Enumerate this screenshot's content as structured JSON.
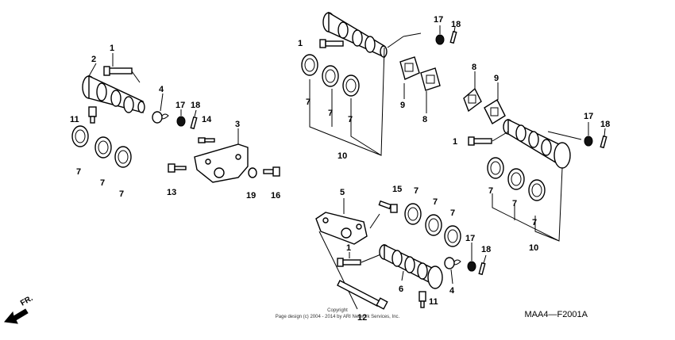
{
  "diagram": {
    "code": "MAA4—F2001A",
    "fr_label": "FR.",
    "copyright_line1": "Copyright",
    "copyright_line2": "Page design (c) 2004 - 2014 by ARI Network Services, Inc.",
    "callouts": {
      "c1a": "1",
      "c2": "2",
      "c4a": "4",
      "c17a": "17",
      "c18a": "18",
      "c11a": "11",
      "c14": "14",
      "c3": "3",
      "c7a": "7",
      "c7b": "7",
      "c7c": "7",
      "c13": "13",
      "c19": "19",
      "c16": "16",
      "c17b": "17",
      "c18b": "18",
      "c1b": "1",
      "c7d": "7",
      "c7e": "7",
      "c7f": "7",
      "c10a": "10",
      "c9a": "9",
      "c8a": "8",
      "c8b": "8",
      "c9b": "9",
      "c17c": "17",
      "c18c": "18",
      "c1c": "1",
      "c7g": "7",
      "c7h": "7",
      "c7i": "7",
      "c10b": "10",
      "c5": "5",
      "c15": "15",
      "c7j": "7",
      "c7k": "7",
      "c7l": "7",
      "c1d": "1",
      "c17d": "17",
      "c18d": "18",
      "c6": "6",
      "c4b": "4",
      "c11b": "11",
      "c12": "12"
    }
  }
}
